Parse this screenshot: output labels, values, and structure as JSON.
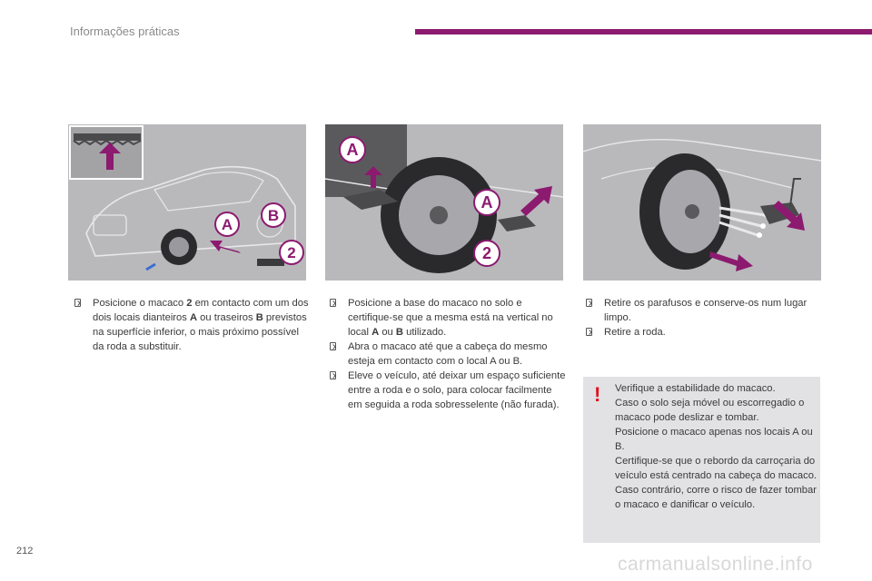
{
  "header": {
    "title": "Informações práticas"
  },
  "column1": {
    "bullets": [
      {
        "parts": [
          "Posicione o macaco ",
          "2",
          " em contacto com um dos dois locais dianteiros ",
          "A",
          " ou traseiros ",
          "B",
          " previstos na superfície inferior, o mais próximo possível da roda a substituir."
        ]
      }
    ]
  },
  "column2": {
    "bullets": [
      {
        "parts": [
          "Posicione a base do macaco no solo e certifique-se que a mesma está na vertical no local ",
          "A",
          " ou ",
          "B",
          " utilizado."
        ]
      },
      {
        "text": "Abra o macaco até que a cabeça do mesmo esteja em contacto com o local A ou B."
      },
      {
        "text": "Eleve o veículo, até deixar um espaço suficiente entre a roda e o solo, para colocar facilmente em seguida a roda sobresselente (não furada)."
      }
    ]
  },
  "column3": {
    "bullets": [
      {
        "text": "Retire os parafusos e conserve-os num lugar limpo."
      },
      {
        "text": "Retire a roda."
      }
    ]
  },
  "warning": {
    "icon": "exclamation-icon",
    "lines": [
      "Verifique a estabilidade do macaco.",
      "Caso o solo seja móvel ou escorregadio o macaco pode deslizar e tombar.",
      "Posicione o macaco apenas nos locais A ou B.",
      "Certifique-se que o rebordo da carroçaria do veículo está centrado na cabeça do macaco. Caso contrário, corre o risco de fazer tombar o macaco e danificar o veículo."
    ]
  },
  "illustrations": {
    "labels": {
      "a": "A",
      "b": "B",
      "jack": "2"
    }
  },
  "page": {
    "number": "212"
  },
  "watermark": "carmanualsonline.info",
  "colors": {
    "accent": "#8c1a6f",
    "arrow": "#8c1a6f",
    "warning": "#e0101e"
  }
}
